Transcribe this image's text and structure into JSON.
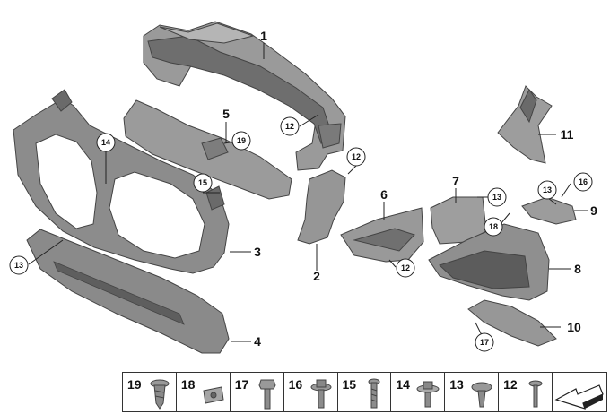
{
  "parts": {
    "p1": "1",
    "p2": "2",
    "p3": "3",
    "p4": "4",
    "p5": "5",
    "p6": "6",
    "p7": "7",
    "p8": "8",
    "p9": "9",
    "p10": "10",
    "p11": "11"
  },
  "callouts": {
    "c12a": "12",
    "c12b": "12",
    "c12c": "12",
    "c13a": "13",
    "c13b": "13",
    "c13c": "13",
    "c14": "14",
    "c15": "15",
    "c16": "16",
    "c17": "17",
    "c18": "18",
    "c19": "19"
  },
  "legend": [
    "19",
    "18",
    "17",
    "16",
    "15",
    "14",
    "13",
    "12"
  ],
  "colors": {
    "part_fill": "#8f8f8f",
    "part_dark": "#5a5a5a",
    "part_light": "#b8b8b8",
    "line": "#222222"
  }
}
